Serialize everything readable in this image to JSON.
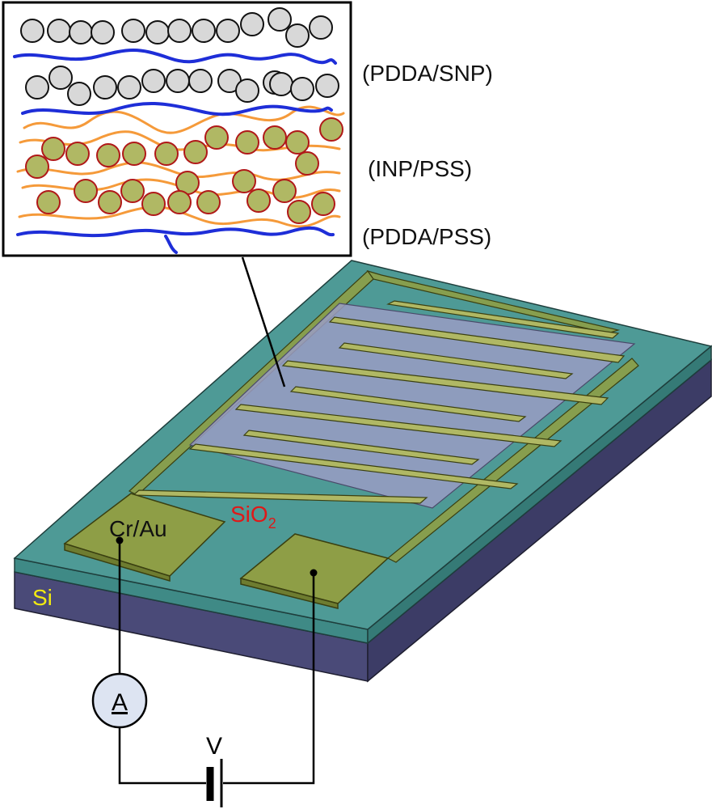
{
  "inset": {
    "layer_labels": [
      {
        "text": "(PDDA/SNP)"
      },
      {
        "text": "(INP/PSS)"
      },
      {
        "text": "(PDDA/PSS)"
      }
    ]
  },
  "device": {
    "electrode_label": "Cr/Au",
    "oxide_label": "SiO",
    "oxide_subscript": "2",
    "substrate_label": "Si"
  },
  "circuit": {
    "ammeter_label": "A",
    "voltage_label": "V"
  },
  "colors": {
    "substrate_side": "#4a4a78",
    "oxide_top": "#4e9a96",
    "oxide_side": "#3f8a86",
    "electrode": "#8e9e46",
    "film": "#9a9cc4",
    "polycation": "#1e2ed8",
    "polyanion": "#f59a3a",
    "snp_fill": "#d8d8d8",
    "inp_fill": "#b0b864",
    "inp_stroke": "#b01818",
    "oxide_text": "#e01818",
    "substrate_text": "#f2ea10"
  }
}
